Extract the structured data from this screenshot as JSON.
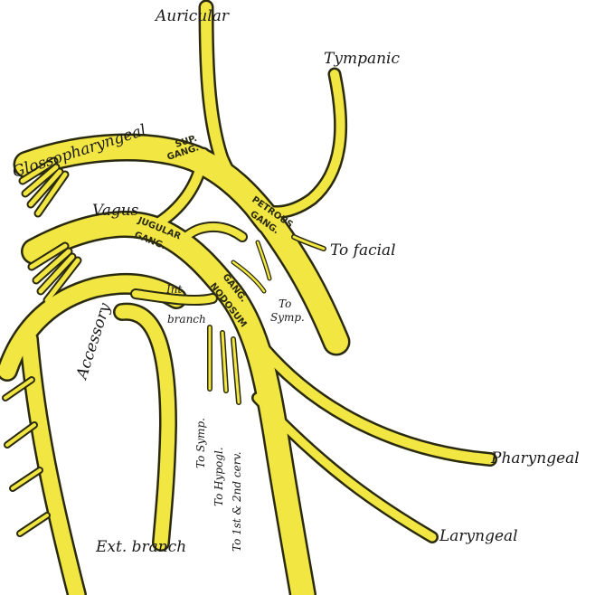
{
  "labels": {
    "auricular": "Auricular",
    "tympanic": "Tympanic",
    "glossopharyngeal": "Glossopharyngeal",
    "vagus": "Vagus",
    "to_facial": "To facial",
    "int": "Int.",
    "branch": "branch",
    "to_symp_top": "To",
    "to_symp_bottom": "Symp.",
    "accessory": "Accessory",
    "to_symp_vertical": "To Symp.",
    "to_hypogl": "To Hypogl.",
    "to_cerv": "To 1st & 2nd cerv.",
    "pharyngeal": "Pharyngeal",
    "laryngeal": "Laryngeal",
    "ext_branch": "Ext. branch"
  },
  "ganglia": {
    "sup_line1": "SUP.",
    "sup_line2": "GANG.",
    "petrous_line1": "PETROUS",
    "petrous_line2": "GANG.",
    "jugular_line1": "JUGULAR",
    "jugular_line2": "GANG.",
    "nodosum_line1": "GANG.",
    "nodosum_line2": "NODOSUM"
  },
  "colors": {
    "nerve": "#f2e642",
    "outline": "#2a2a10",
    "background": "#ffffff"
  }
}
